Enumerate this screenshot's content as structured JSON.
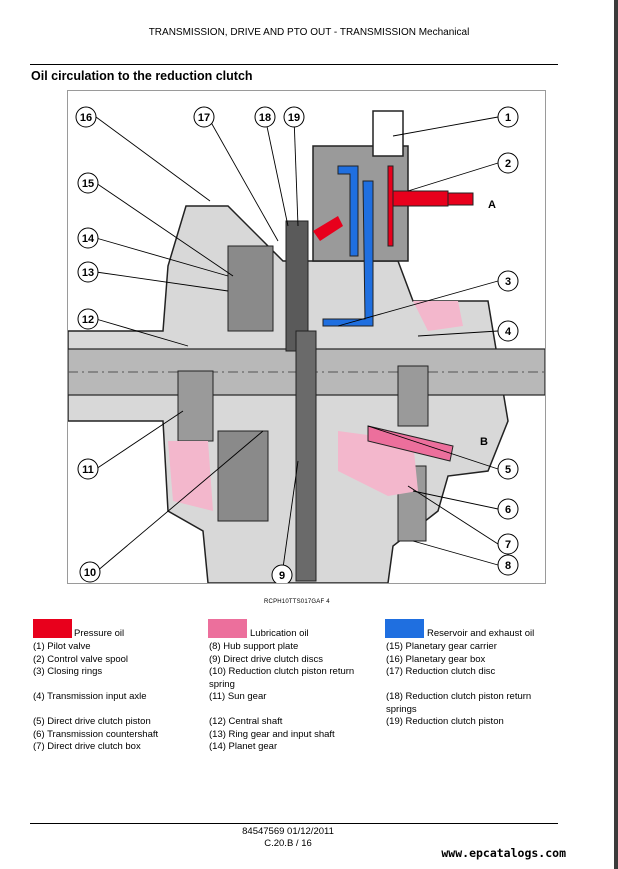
{
  "header": {
    "title": "TRANSMISSION, DRIVE AND PTO OUT - TRANSMISSION Mechanical"
  },
  "section_title": "Oil circulation to the reduction clutch",
  "figure": {
    "code": "RCPH10TTS017GAF 4",
    "callouts": {
      "c1": "1",
      "c2": "2",
      "c3": "3",
      "c4": "4",
      "c5": "5",
      "c6": "6",
      "c7": "7",
      "c8": "8",
      "c9": "9",
      "c10": "10",
      "c11": "11",
      "c12": "12",
      "c13": "13",
      "c14": "14",
      "c15": "15",
      "c16": "16",
      "c17": "17",
      "c18": "18",
      "c19": "19",
      "A": "A",
      "B": "B"
    }
  },
  "legend": {
    "pressure": {
      "label": "Pressure oil",
      "color": "#e8001c"
    },
    "lubrication": {
      "label": "Lubrication oil",
      "color": "#ec6f9c"
    },
    "reservoir": {
      "label": "Reservoir and exhaust oil",
      "color": "#1f6fe0"
    }
  },
  "parts": {
    "col1": [
      "(1) Pilot valve",
      "(2) Control valve spool",
      "(3) Closing rings",
      "",
      "(4) Transmission input axle",
      "",
      "(5) Direct drive clutch piston",
      "(6) Transmission countershaft",
      "(7) Direct drive clutch box"
    ],
    "col2": [
      "(8) Hub support plate",
      "(9) Direct drive clutch discs",
      "(10) Reduction clutch piston return spring",
      "(11) Sun gear",
      "",
      "(12) Central shaft",
      "(13) Ring gear and input shaft",
      "(14) Planet gear"
    ],
    "col3": [
      "(15) Planetary gear carrier",
      "(16) Planetary gear box",
      "(17) Reduction clutch disc",
      "",
      "(18) Reduction clutch piston return springs",
      "(19) Reduction clutch piston"
    ]
  },
  "footer": {
    "doc_ref": "84547569 01/12/2011",
    "page": "C.20.B / 16",
    "watermark": "www.epcatalogs.com"
  }
}
